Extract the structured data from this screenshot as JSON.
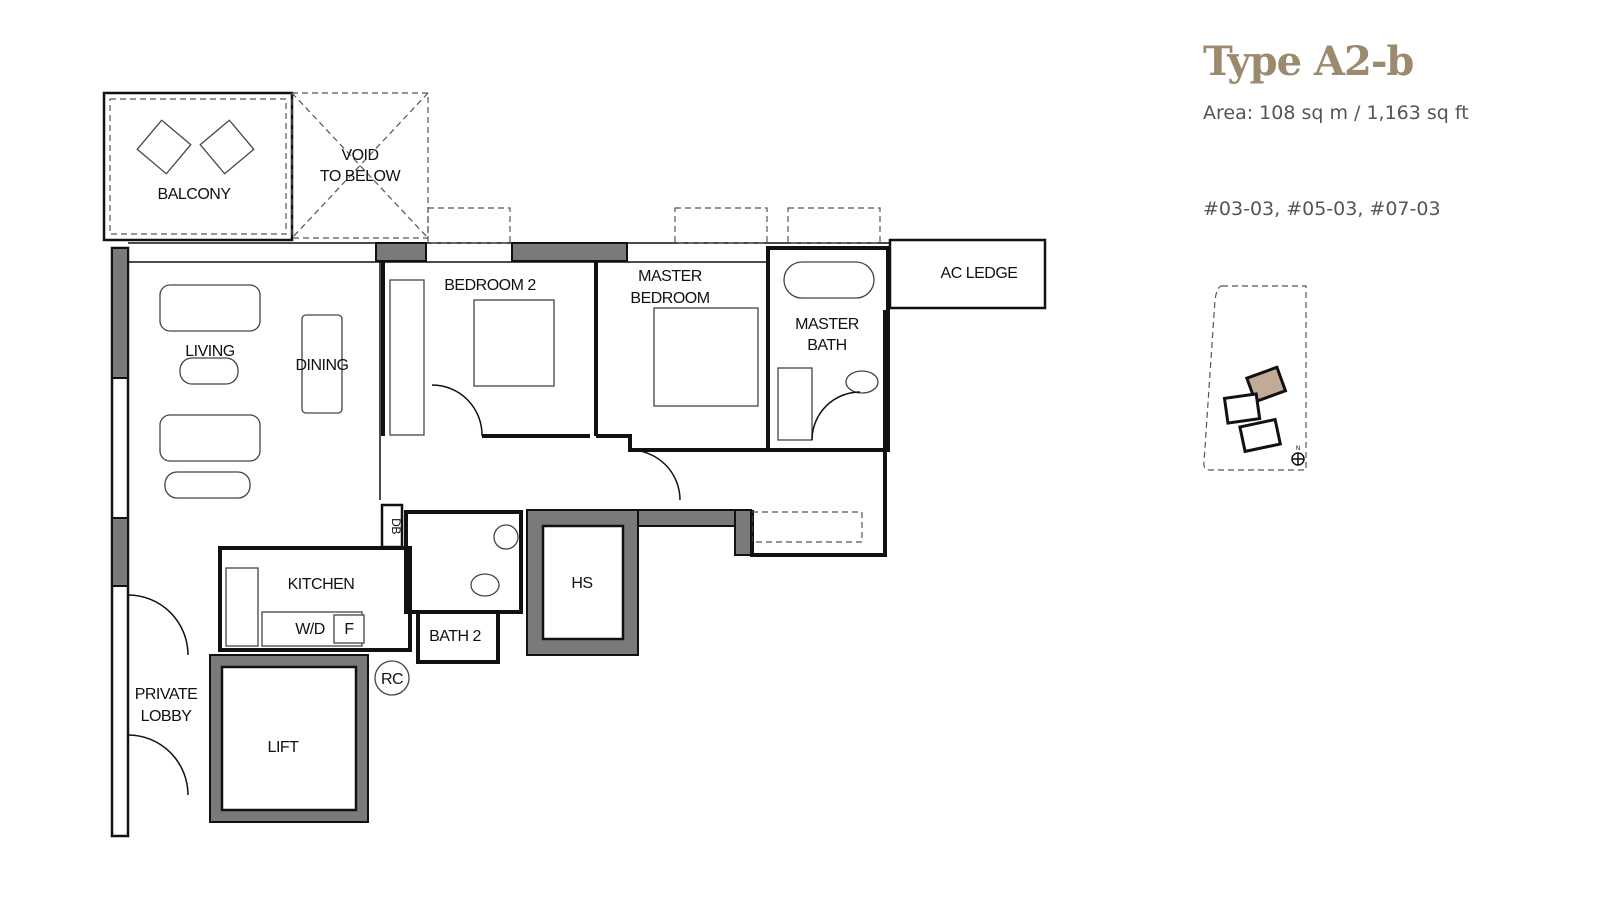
{
  "header": {
    "title": "Type A2-b",
    "area": "Area: 108 sq m / 1,163 sq ft",
    "units": "#03-03, #05-03, #07-03"
  },
  "colors": {
    "title": "#9c8a6e",
    "highlight_unit": "#c2ab96",
    "wall_fill": "#7a7a7a"
  },
  "plan": {
    "rooms": {
      "balcony": "BALCONY",
      "void_1": "VOID",
      "void_2": "TO BELOW",
      "bedroom2": "BEDROOM 2",
      "master_bedroom_1": "MASTER",
      "master_bedroom_2": "BEDROOM",
      "ac_ledge": "AC LEDGE",
      "master_bath_1": "MASTER",
      "master_bath_2": "BATH",
      "living": "LIVING",
      "dining": "DINING",
      "kitchen": "KITCHEN",
      "wd": "W/D",
      "fridge": "F",
      "bath2": "BATH 2",
      "hs": "HS",
      "rc": "RC",
      "db": "DB",
      "private_lobby_1": "PRIVATE",
      "private_lobby_2": "LOBBY",
      "lift": "LIFT"
    },
    "key_plan": {
      "north": "N"
    }
  }
}
